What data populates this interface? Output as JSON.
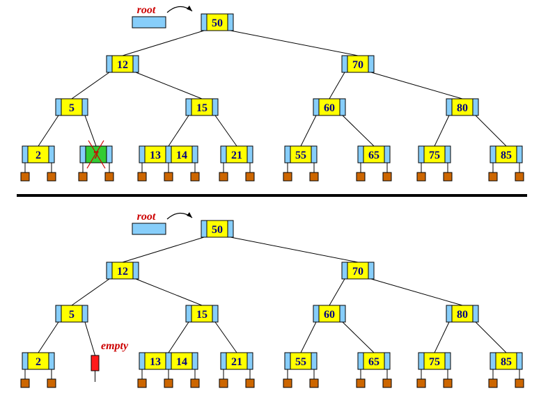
{
  "labels": {
    "root": "root",
    "empty": "empty"
  },
  "colors": {
    "pointer": "#87CEFA",
    "key": "#FFFF00",
    "key_deleted": "#33CC33",
    "empty_node": "#FF1A1A",
    "leaf_child": "#CC6600",
    "key_text": "#000080",
    "label_text": "#CC0000",
    "line": "#000000",
    "cross": "#CC0000"
  },
  "tree_before": {
    "root": "50",
    "level1": [
      {
        "keys": [
          "12"
        ]
      },
      {
        "keys": [
          "70"
        ]
      }
    ],
    "level2": [
      {
        "keys": [
          "5"
        ]
      },
      {
        "keys": [
          "15"
        ]
      },
      {
        "keys": [
          "60"
        ]
      },
      {
        "keys": [
          "80"
        ]
      }
    ],
    "leaves": [
      {
        "keys": [
          "2"
        ]
      },
      {
        "keys": [
          "7"
        ],
        "deleted": true
      },
      {
        "keys": [
          "13",
          "14"
        ]
      },
      {
        "keys": [
          "21"
        ]
      },
      {
        "keys": [
          "55"
        ]
      },
      {
        "keys": [
          "65"
        ]
      },
      {
        "keys": [
          "75"
        ]
      },
      {
        "keys": [
          "85"
        ]
      }
    ]
  },
  "tree_after": {
    "root": "50",
    "level1": [
      {
        "keys": [
          "12"
        ]
      },
      {
        "keys": [
          "70"
        ]
      }
    ],
    "level2": [
      {
        "keys": [
          "5"
        ]
      },
      {
        "keys": [
          "15"
        ]
      },
      {
        "keys": [
          "60"
        ]
      },
      {
        "keys": [
          "80"
        ]
      }
    ],
    "leaves": [
      {
        "keys": [
          "2"
        ]
      },
      {
        "keys": [],
        "empty": true
      },
      {
        "keys": [
          "13",
          "14"
        ]
      },
      {
        "keys": [
          "21"
        ]
      },
      {
        "keys": [
          "55"
        ]
      },
      {
        "keys": [
          "65"
        ]
      },
      {
        "keys": [
          "75"
        ]
      },
      {
        "keys": [
          "85"
        ]
      }
    ]
  }
}
